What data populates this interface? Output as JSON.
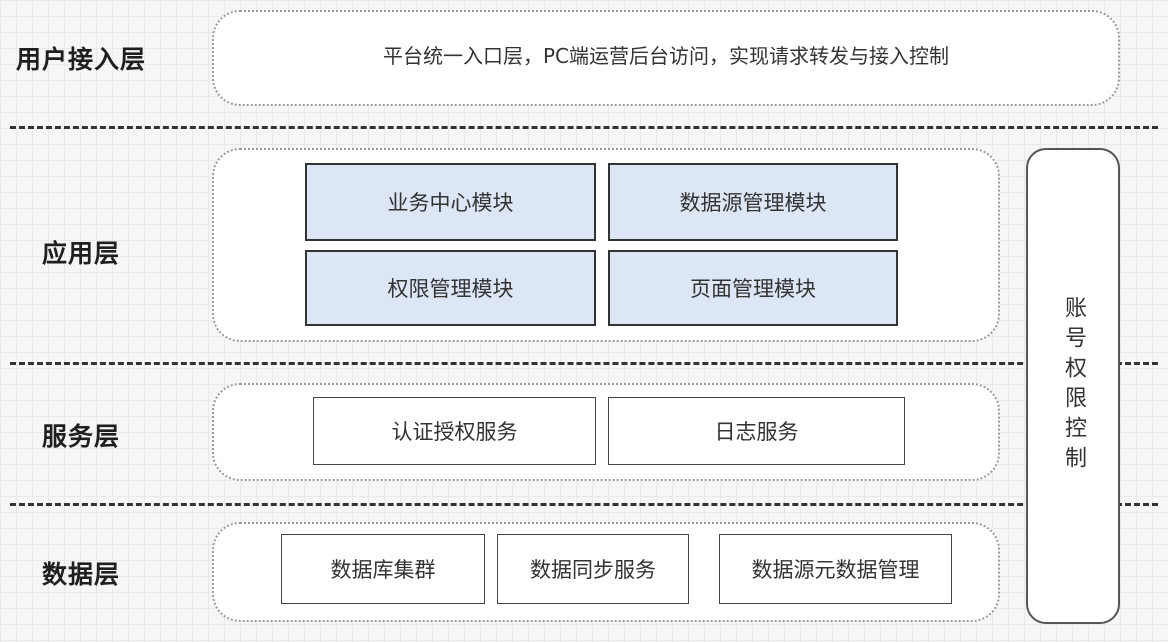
{
  "layers": {
    "access": "用户接入层",
    "application": "应用层",
    "service": "服务层",
    "data": "数据层"
  },
  "access_layer": {
    "description": "平台统一入口层，PC端运营后台访问，实现请求转发与接入控制"
  },
  "application_layer": {
    "modules": [
      "业务中心模块",
      "数据源管理模块",
      "权限管理模块",
      "页面管理模块"
    ]
  },
  "service_layer": {
    "services": [
      "认证授权服务",
      "日志服务"
    ]
  },
  "data_layer": {
    "components": [
      "数据库集群",
      "数据同步服务",
      "数据源元数据管理"
    ]
  },
  "side_panel": {
    "label": "账号权限控制"
  },
  "colors": {
    "module_fill": "#dce6f4",
    "border": "#333333",
    "group_border": "#9a9a9a"
  }
}
